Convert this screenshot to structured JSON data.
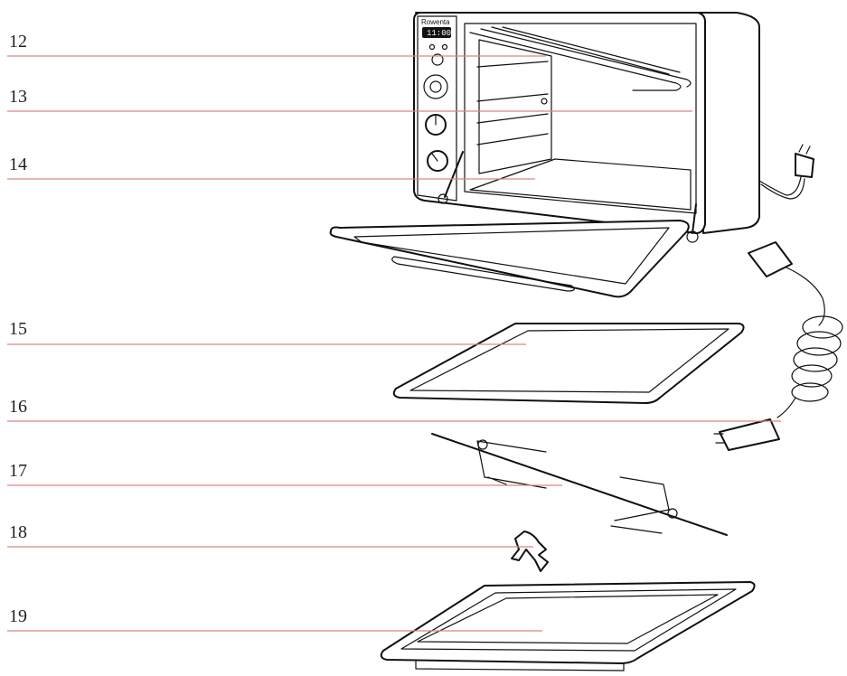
{
  "callouts": [
    {
      "label": "12"
    },
    {
      "label": "13"
    },
    {
      "label": "14"
    },
    {
      "label": "15"
    },
    {
      "label": "16"
    },
    {
      "label": "17"
    },
    {
      "label": "18"
    },
    {
      "label": "19"
    }
  ],
  "oven": {
    "brand": "Rowenta",
    "display": "11:00"
  },
  "colors": {
    "leader_line": "#d98880",
    "outline": "#111111"
  }
}
